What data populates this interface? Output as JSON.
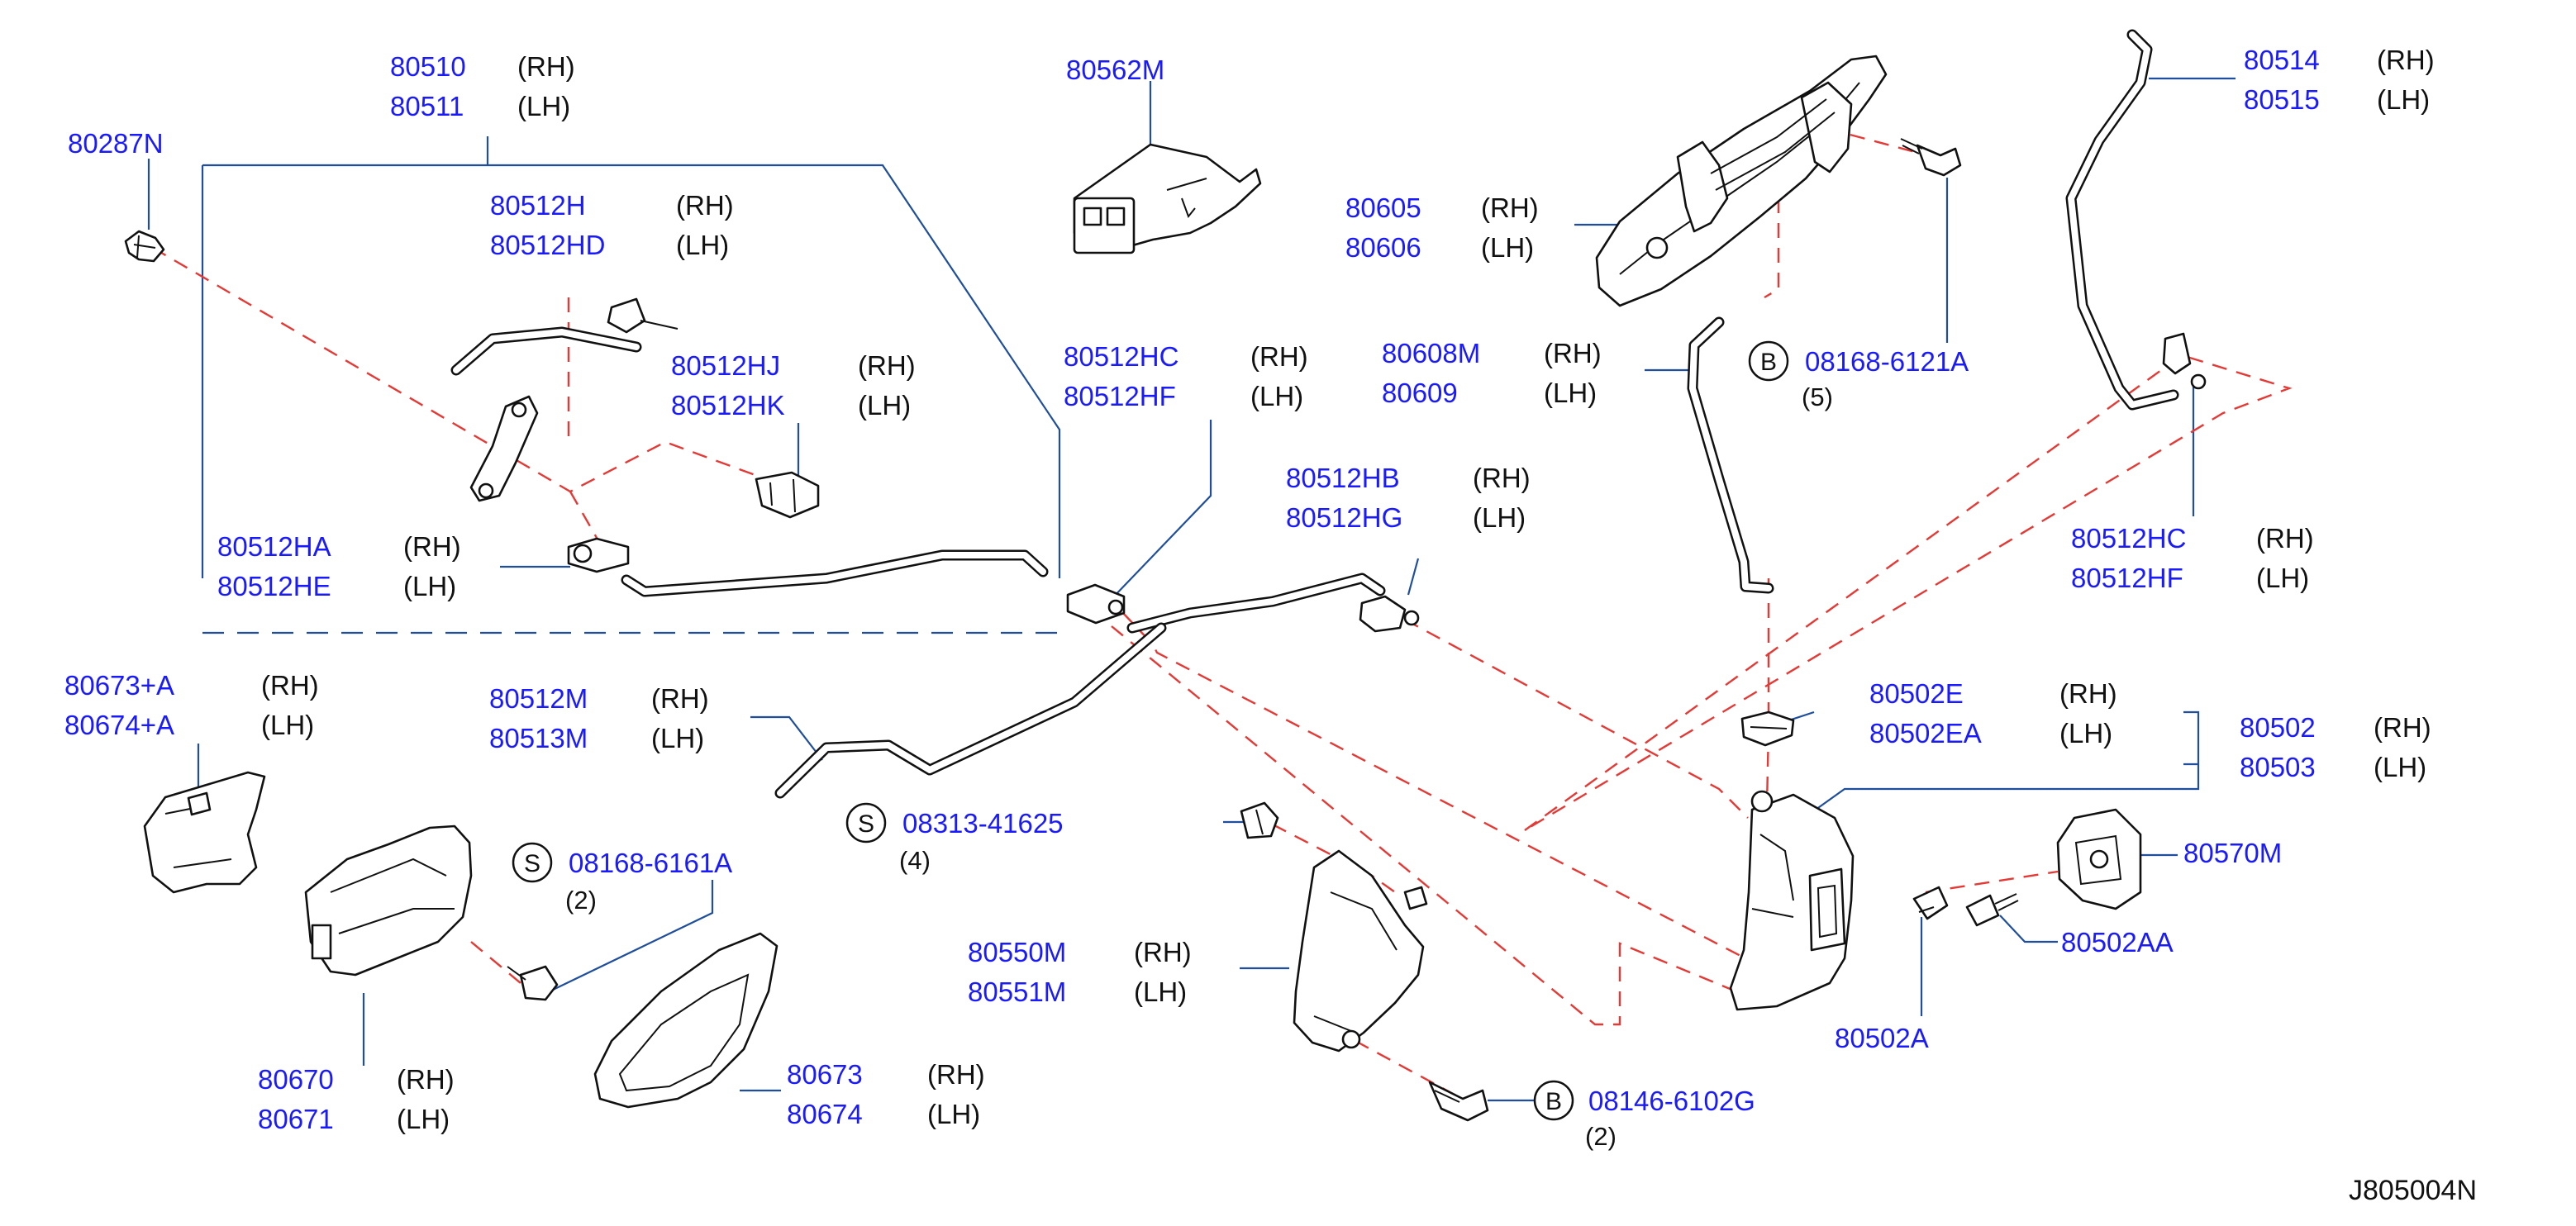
{
  "diagram_code": "J805004N",
  "callouts": {
    "c80510": {
      "parts": [
        {
          "num": "80510",
          "side": "(RH)"
        },
        {
          "num": "80511",
          "side": "(LH)"
        }
      ]
    },
    "c80287n": {
      "parts": [
        {
          "num": "80287N"
        }
      ]
    },
    "c80512h": {
      "parts": [
        {
          "num": "80512H",
          "side": "(RH)"
        },
        {
          "num": "80512HD",
          "side": "(LH)"
        }
      ]
    },
    "c80512hj": {
      "parts": [
        {
          "num": "80512HJ",
          "side": "(RH)"
        },
        {
          "num": "80512HK",
          "side": "(LH)"
        }
      ]
    },
    "c80512ha": {
      "parts": [
        {
          "num": "80512HA",
          "side": "(RH)"
        },
        {
          "num": "80512HE",
          "side": "(LH)"
        }
      ]
    },
    "c80562m": {
      "parts": [
        {
          "num": "80562M"
        }
      ]
    },
    "c80512hc_mid": {
      "parts": [
        {
          "num": "80512HC",
          "side": "(RH)"
        },
        {
          "num": "80512HF",
          "side": "(LH)"
        }
      ]
    },
    "c80512hb": {
      "parts": [
        {
          "num": "80512HB",
          "side": "(RH)"
        },
        {
          "num": "80512HG",
          "side": "(LH)"
        }
      ]
    },
    "c80605": {
      "parts": [
        {
          "num": "80605",
          "side": "(RH)"
        },
        {
          "num": "80606",
          "side": "(LH)"
        }
      ]
    },
    "c80608m": {
      "parts": [
        {
          "num": "80608M",
          "side": "(RH)"
        },
        {
          "num": "80609",
          "side": "(LH)"
        }
      ]
    },
    "c08168_6121a": {
      "prefix": "B",
      "num": "08168-6121A",
      "qty": "(5)"
    },
    "c80514": {
      "parts": [
        {
          "num": "80514",
          "side": "(RH)"
        },
        {
          "num": "80515",
          "side": "(LH)"
        }
      ]
    },
    "c80512hc_right": {
      "parts": [
        {
          "num": "80512HC",
          "side": "(RH)"
        },
        {
          "num": "80512HF",
          "side": "(LH)"
        }
      ]
    },
    "c80673a": {
      "parts": [
        {
          "num": "80673+A",
          "side": "(RH)"
        },
        {
          "num": "80674+A",
          "side": "(LH)"
        }
      ]
    },
    "c80512m": {
      "parts": [
        {
          "num": "80512M",
          "side": "(RH)"
        },
        {
          "num": "80513M",
          "side": "(LH)"
        }
      ]
    },
    "c08313_41625": {
      "prefix": "S",
      "num": "08313-41625",
      "qty": "(4)"
    },
    "c08168_6161a": {
      "prefix": "S",
      "num": "08168-6161A",
      "qty": "(2)"
    },
    "c80502e": {
      "parts": [
        {
          "num": "80502E",
          "side": "(RH)"
        },
        {
          "num": "80502EA",
          "side": "(LH)"
        }
      ]
    },
    "c80502": {
      "parts": [
        {
          "num": "80502",
          "side": "(RH)"
        },
        {
          "num": "80503",
          "side": "(LH)"
        }
      ]
    },
    "c80570m": {
      "parts": [
        {
          "num": "80570M"
        }
      ]
    },
    "c80502aa": {
      "parts": [
        {
          "num": "80502AA"
        }
      ]
    },
    "c80502a": {
      "parts": [
        {
          "num": "80502A"
        }
      ]
    },
    "c80550m": {
      "parts": [
        {
          "num": "80550M",
          "side": "(RH)"
        },
        {
          "num": "80551M",
          "side": "(LH)"
        }
      ]
    },
    "c08146_6102g": {
      "prefix": "B",
      "num": "08146-6102G",
      "qty": "(2)"
    },
    "c80670": {
      "parts": [
        {
          "num": "80670",
          "side": "(RH)"
        },
        {
          "num": "80671",
          "side": "(LH)"
        }
      ]
    },
    "c80673": {
      "parts": [
        {
          "num": "80673",
          "side": "(RH)"
        },
        {
          "num": "80674",
          "side": "(LH)"
        }
      ]
    }
  }
}
